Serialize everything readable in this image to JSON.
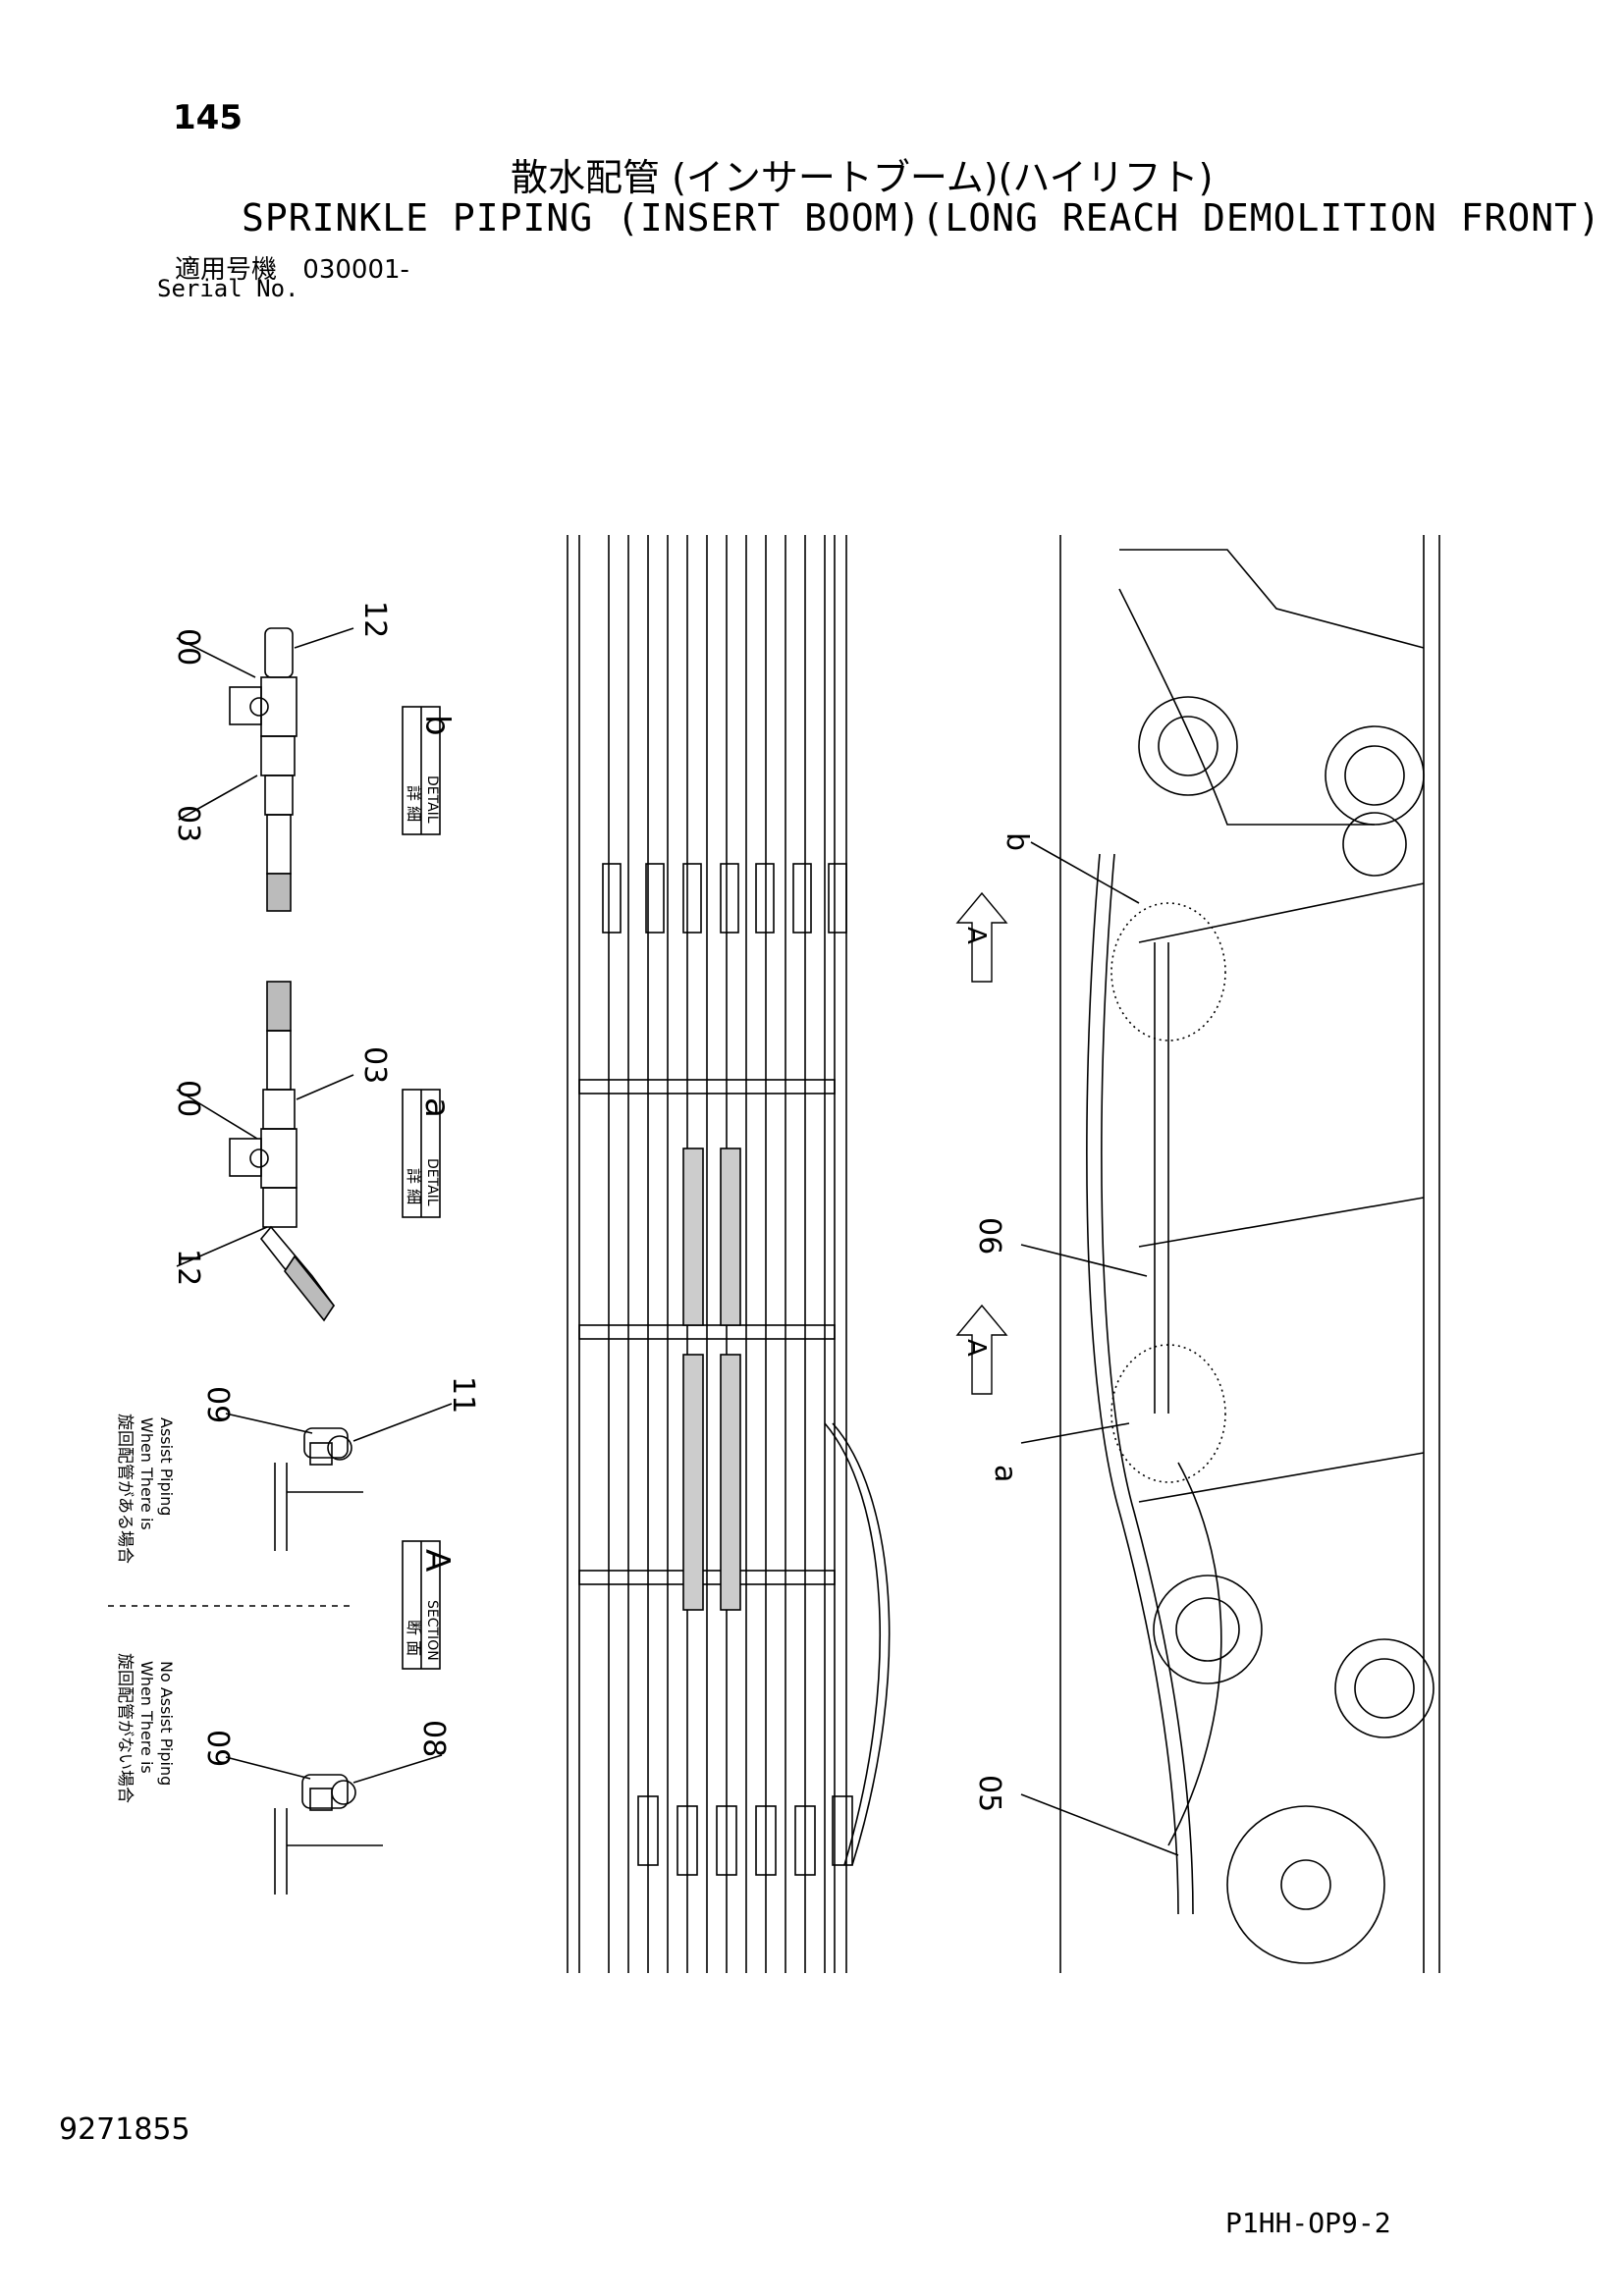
{
  "header": {
    "page_number": "145",
    "title_jp": "散水配管 (インサートブーム)(ハイリフト)",
    "title_en": "SPRINKLE PIPING (INSERT BOOM)(LONG REACH DEMOLITION FRONT)",
    "serial_label_jp": "適用号機",
    "serial_number": "030001-",
    "serial_label_en": "Serial No."
  },
  "details": {
    "detail_b": {
      "letter": "b",
      "jp": "詳 細",
      "en": "DETAIL",
      "callouts": [
        "00",
        "03",
        "12"
      ]
    },
    "detail_a": {
      "letter": "a",
      "jp": "詳 細",
      "en": "DETAIL",
      "callouts": [
        "00",
        "03",
        "12"
      ]
    },
    "section_a": {
      "letter": "A",
      "jp": "断 面",
      "en": "SECTION"
    },
    "assist_yes": {
      "jp": "旋回配管がある場合",
      "en1": "When There is",
      "en2": "Assist Piping",
      "callouts": [
        "09",
        "11"
      ]
    },
    "assist_no": {
      "jp": "旋回配管がない場合",
      "en1": "When There is",
      "en2": "No Assist Piping",
      "callouts": [
        "09",
        "08"
      ]
    }
  },
  "main_view": {
    "callouts": [
      "b",
      "06",
      "a",
      "05"
    ],
    "section_arrows": [
      "A",
      "A"
    ]
  },
  "footer": {
    "doc_number": "9271855",
    "drawing_code": "P1HH-OP9-2"
  }
}
